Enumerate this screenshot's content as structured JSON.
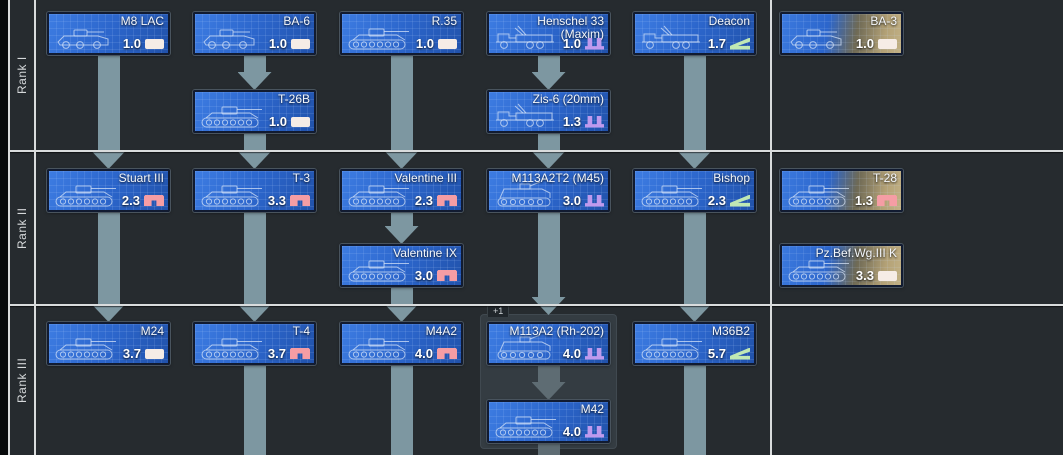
{
  "ranks": [
    {
      "label": "Rank I"
    },
    {
      "label": "Rank II"
    },
    {
      "label": "Rank III"
    }
  ],
  "group_badge": "+1",
  "vehicles": [
    {
      "id": "m8-lac",
      "name": "M8 LAC",
      "br": "1.0",
      "class": "light",
      "col": "c1",
      "row": "r1",
      "premium": false,
      "sketch": "wheeled"
    },
    {
      "id": "ba-6",
      "name": "BA-6",
      "br": "1.0",
      "class": "light",
      "col": "c2",
      "row": "r1",
      "premium": false,
      "sketch": "wheeled"
    },
    {
      "id": "r-35",
      "name": "R.35",
      "br": "1.0",
      "class": "light",
      "col": "c3",
      "row": "r1",
      "premium": false,
      "sketch": "tank"
    },
    {
      "id": "henschel-33",
      "name": "Henschel 33",
      "name2": "(Maxim)",
      "br": "1.0",
      "class": "spaa",
      "col": "c4",
      "row": "r1",
      "premium": false,
      "sketch": "truck"
    },
    {
      "id": "deacon",
      "name": "Deacon",
      "br": "1.7",
      "class": "td",
      "col": "c5",
      "row": "r1",
      "premium": false,
      "sketch": "truck"
    },
    {
      "id": "ba-3",
      "name": "BA-3",
      "br": "1.0",
      "class": "light",
      "col": "p",
      "row": "r1",
      "premium": true,
      "sketch": "wheeled"
    },
    {
      "id": "t-26b",
      "name": "T-26B",
      "br": "1.0",
      "class": "light",
      "col": "c2",
      "row": "r1b",
      "premium": false,
      "sketch": "tank"
    },
    {
      "id": "zis-6-20mm",
      "name": "Zis-6 (20mm)",
      "br": "1.3",
      "class": "spaa",
      "col": "c4",
      "row": "r1b",
      "premium": false,
      "sketch": "truck"
    },
    {
      "id": "stuart-iii",
      "name": "Stuart III",
      "br": "2.3",
      "class": "medium",
      "col": "c1",
      "row": "r2",
      "premium": false,
      "sketch": "tank"
    },
    {
      "id": "t-3",
      "name": "T-3",
      "br": "3.3",
      "class": "medium",
      "col": "c2",
      "row": "r2",
      "premium": false,
      "sketch": "tank"
    },
    {
      "id": "valentine-iii",
      "name": "Valentine III",
      "br": "2.3",
      "class": "medium",
      "col": "c3",
      "row": "r2",
      "premium": false,
      "sketch": "tank"
    },
    {
      "id": "m113a2t2-m45",
      "name": "M113A2T2 (M45)",
      "br": "3.0",
      "class": "spaa",
      "col": "c4",
      "row": "r2",
      "premium": false,
      "sketch": "apc"
    },
    {
      "id": "bishop",
      "name": "Bishop",
      "br": "2.3",
      "class": "td",
      "col": "c5",
      "row": "r2",
      "premium": false,
      "sketch": "tank"
    },
    {
      "id": "t-28",
      "name": "T-28",
      "br": "1.3",
      "class": "medium",
      "col": "p",
      "row": "r2",
      "premium": true,
      "sketch": "tank"
    },
    {
      "id": "valentine-ix",
      "name": "Valentine IX",
      "br": "3.0",
      "class": "medium",
      "col": "c3",
      "row": "r2b",
      "premium": false,
      "sketch": "tank"
    },
    {
      "id": "pz-bef-wg-iii-k",
      "name": "Pz.Bef.Wg.III K",
      "br": "3.3",
      "class": "light",
      "col": "p",
      "row": "r2b",
      "premium": true,
      "sketch": "tank"
    },
    {
      "id": "m24",
      "name": "M24",
      "br": "3.7",
      "class": "light",
      "col": "c1",
      "row": "r3",
      "premium": false,
      "sketch": "tank"
    },
    {
      "id": "t-4",
      "name": "T-4",
      "br": "3.7",
      "class": "medium",
      "col": "c2",
      "row": "r3",
      "premium": false,
      "sketch": "tank"
    },
    {
      "id": "m4a2",
      "name": "M4A2",
      "br": "4.0",
      "class": "medium",
      "col": "c3",
      "row": "r3",
      "premium": false,
      "sketch": "tank"
    },
    {
      "id": "m113a2-rh-202",
      "name": "M113A2 (Rh-202)",
      "br": "4.0",
      "class": "spaa",
      "col": "c4",
      "row": "r3",
      "premium": false,
      "grouped": true,
      "sketch": "apc"
    },
    {
      "id": "m36b2",
      "name": "M36B2",
      "br": "5.7",
      "class": "td",
      "col": "c5",
      "row": "r3",
      "premium": false,
      "sketch": "tank"
    },
    {
      "id": "m42",
      "name": "M42",
      "br": "4.0",
      "class": "spaa",
      "col": "c4",
      "row": "r3b",
      "premium": false,
      "grouped": true,
      "sketch": "tank"
    }
  ],
  "edges": [
    {
      "col": "c1",
      "from": "r1",
      "to": "r2",
      "head": true,
      "muted": false
    },
    {
      "col": "c2",
      "from": "r1",
      "to": "r1b",
      "head": true,
      "muted": false
    },
    {
      "col": "c2",
      "from": "r1b",
      "to": "r2",
      "head": true,
      "muted": false
    },
    {
      "col": "c3",
      "from": "r1",
      "to": "r2",
      "head": true,
      "muted": false
    },
    {
      "col": "c4",
      "from": "r1",
      "to": "r1b",
      "head": true,
      "muted": false
    },
    {
      "col": "c4",
      "from": "r1b",
      "to": "r2",
      "head": true,
      "muted": false
    },
    {
      "col": "c5",
      "from": "r1",
      "to": "r2",
      "head": true,
      "muted": false
    },
    {
      "col": "c1",
      "from": "r2",
      "to": "r3",
      "head": true,
      "muted": false
    },
    {
      "col": "c2",
      "from": "r2",
      "to": "r3",
      "head": true,
      "muted": false
    },
    {
      "col": "c3",
      "from": "r2",
      "to": "r2b",
      "head": true,
      "muted": false
    },
    {
      "col": "c3",
      "from": "r2b",
      "to": "r3",
      "head": true,
      "muted": false
    },
    {
      "col": "c4",
      "from": "r2",
      "to": "group",
      "head": true,
      "muted": false
    },
    {
      "col": "c5",
      "from": "r2",
      "to": "r3",
      "head": true,
      "muted": false
    },
    {
      "col": "c4",
      "from": "r3",
      "to": "r3b",
      "head": true,
      "muted": true
    },
    {
      "col": "c2",
      "from": "r3",
      "to": "bottom",
      "head": false,
      "muted": false
    },
    {
      "col": "c3",
      "from": "r3",
      "to": "bottom",
      "head": false,
      "muted": false
    },
    {
      "col": "c4",
      "from": "r3b",
      "to": "bottom",
      "head": false,
      "muted": true
    },
    {
      "col": "c5",
      "from": "r3",
      "to": "bottom",
      "head": false,
      "muted": false
    }
  ],
  "colors": {
    "background": "#262b2f",
    "connector": "#7d97a1",
    "connector_muted": "#5e6c73",
    "divider": "#d9dcdd",
    "card_blue": "#2c66cc",
    "premium_gold": "#bca87b",
    "class_light": "#f6ece6",
    "class_medium": "#f59da4",
    "class_spaa": "#bf9aee",
    "class_td": "#bfe8b4"
  }
}
